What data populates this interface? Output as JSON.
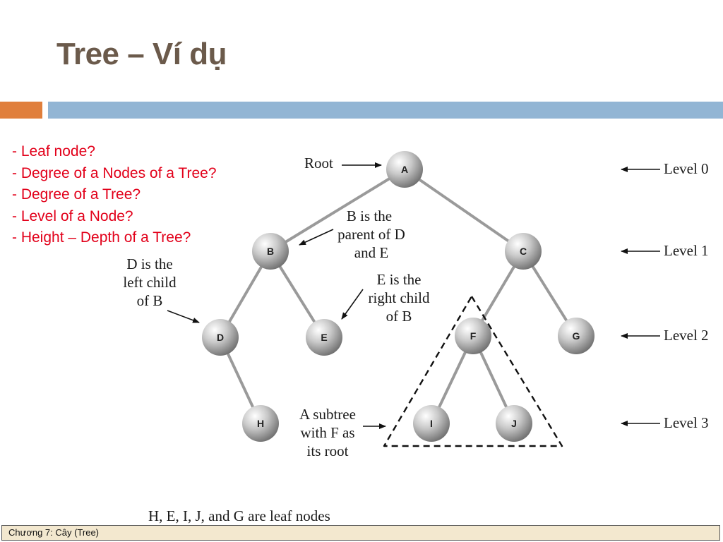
{
  "slide": {
    "title": "Tree – Ví dụ",
    "questions": [
      "- Leaf node?",
      "- Degree of a Nodes of a Tree?",
      "- Degree of a Tree?",
      "- Level of a Node?",
      "- Height – Depth of a Tree?"
    ],
    "footer": "Chương 7: Cây (Tree)"
  },
  "colors": {
    "title": "#6b5a4b",
    "accent_orange": "#e07f3c",
    "accent_blue": "#92b5d4",
    "questions_text": "#e2001a",
    "footer_bg": "#f3e8cf"
  },
  "diagram": {
    "nodes": [
      "A",
      "B",
      "C",
      "D",
      "E",
      "F",
      "G",
      "H",
      "I",
      "J"
    ],
    "levels": [
      "Level 0",
      "Level 1",
      "Level 2",
      "Level 3"
    ],
    "annotations": {
      "root": "Root",
      "b_parent": [
        "B is the",
        "parent of D",
        "and E"
      ],
      "d_left": [
        "D is the",
        "left child",
        "of B"
      ],
      "e_right": [
        "E is the",
        "right child",
        "of B"
      ],
      "subtree": [
        "A subtree",
        "with F as",
        "its root"
      ]
    },
    "caption": "H, E, I, J, and G are leaf nodes"
  }
}
